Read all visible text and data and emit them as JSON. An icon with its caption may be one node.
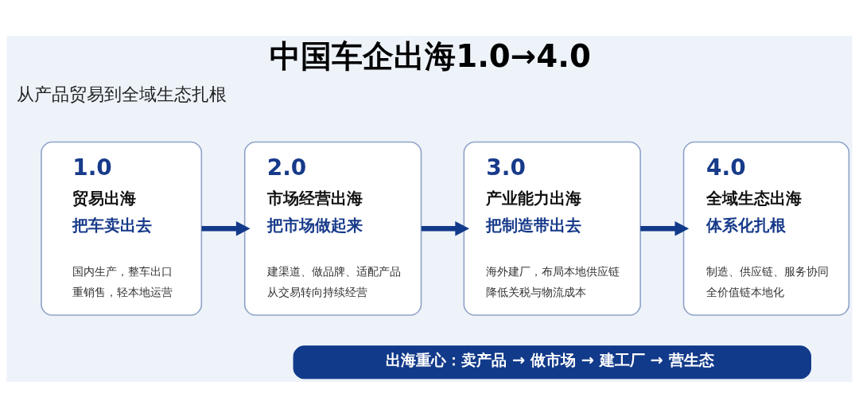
{
  "diagram": {
    "title": "中国车企出海1.0→4.0",
    "nodes": [
      {
        "text": [
          "1.0",
          "贸易出海",
          "把车卖出去",
          "国内生产，整车出口",
          "重销售，轻本地运营"
        ]
      },
      {
        "text": [
          "2.0",
          "市场经营出海",
          "把市场做起来",
          "建渠道、做品牌、适配产品",
          "从交易转向持续经营"
        ]
      },
      {
        "text": [
          "3.0",
          "产业能力出海",
          "把制造带出去",
          "海外建厂，布局本地供应链",
          "降低关税与物流成本"
        ]
      },
      {
        "text": [
          "4.0",
          "全域生态出海",
          "体系化扎根",
          "制造、供应链、服务协同",
          "全价值链本地化"
        ]
      },
      {
        "text": [
          "出海重心：卖产品 → 做市场 → 建工厂 → 营生态"
        ]
      }
    ],
    "edges": [
      {
        "from": 0,
        "to": 1,
        "arrow": "to"
      },
      {
        "from": 1,
        "to": 2,
        "arrow": "to"
      },
      {
        "from": 2,
        "to": 3,
        "arrow": "to"
      }
    ],
    "labels": [
      "从产品贸易到全域生态扎根"
    ]
  }
}
